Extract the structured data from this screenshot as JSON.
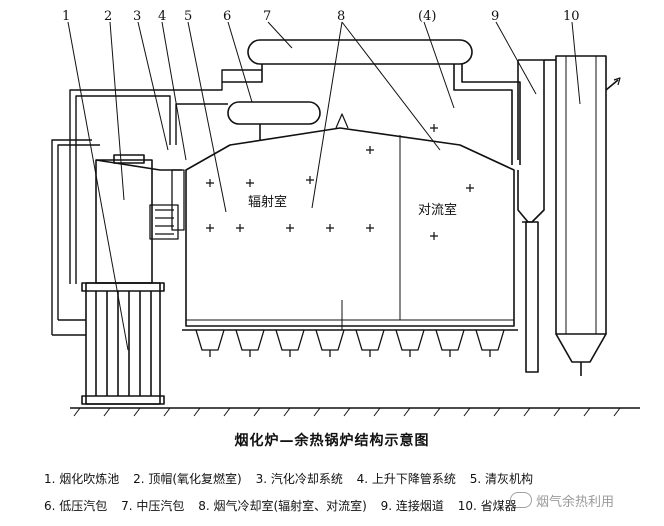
{
  "callouts": [
    "1",
    "2",
    "3",
    "4",
    "5",
    "6",
    "7",
    "8",
    "(4)",
    "9",
    "10"
  ],
  "rooms": {
    "radiation": "辐射室",
    "convection": "对流室"
  },
  "caption": "烟化炉—余热锅炉结构示意图",
  "legend": {
    "row1": [
      "1. 烟化吹炼池",
      "2. 顶帽(氧化复燃室)",
      "3. 汽化冷却系统",
      "4. 上升下降管系统",
      "5. 清灰机构"
    ],
    "row2": [
      "6. 低压汽包",
      "7. 中压汽包",
      "8. 烟气冷却室(辐射室、对流室)",
      "9. 连接烟道",
      "10. 省煤器"
    ]
  },
  "watermark": "烟气余热利用"
}
